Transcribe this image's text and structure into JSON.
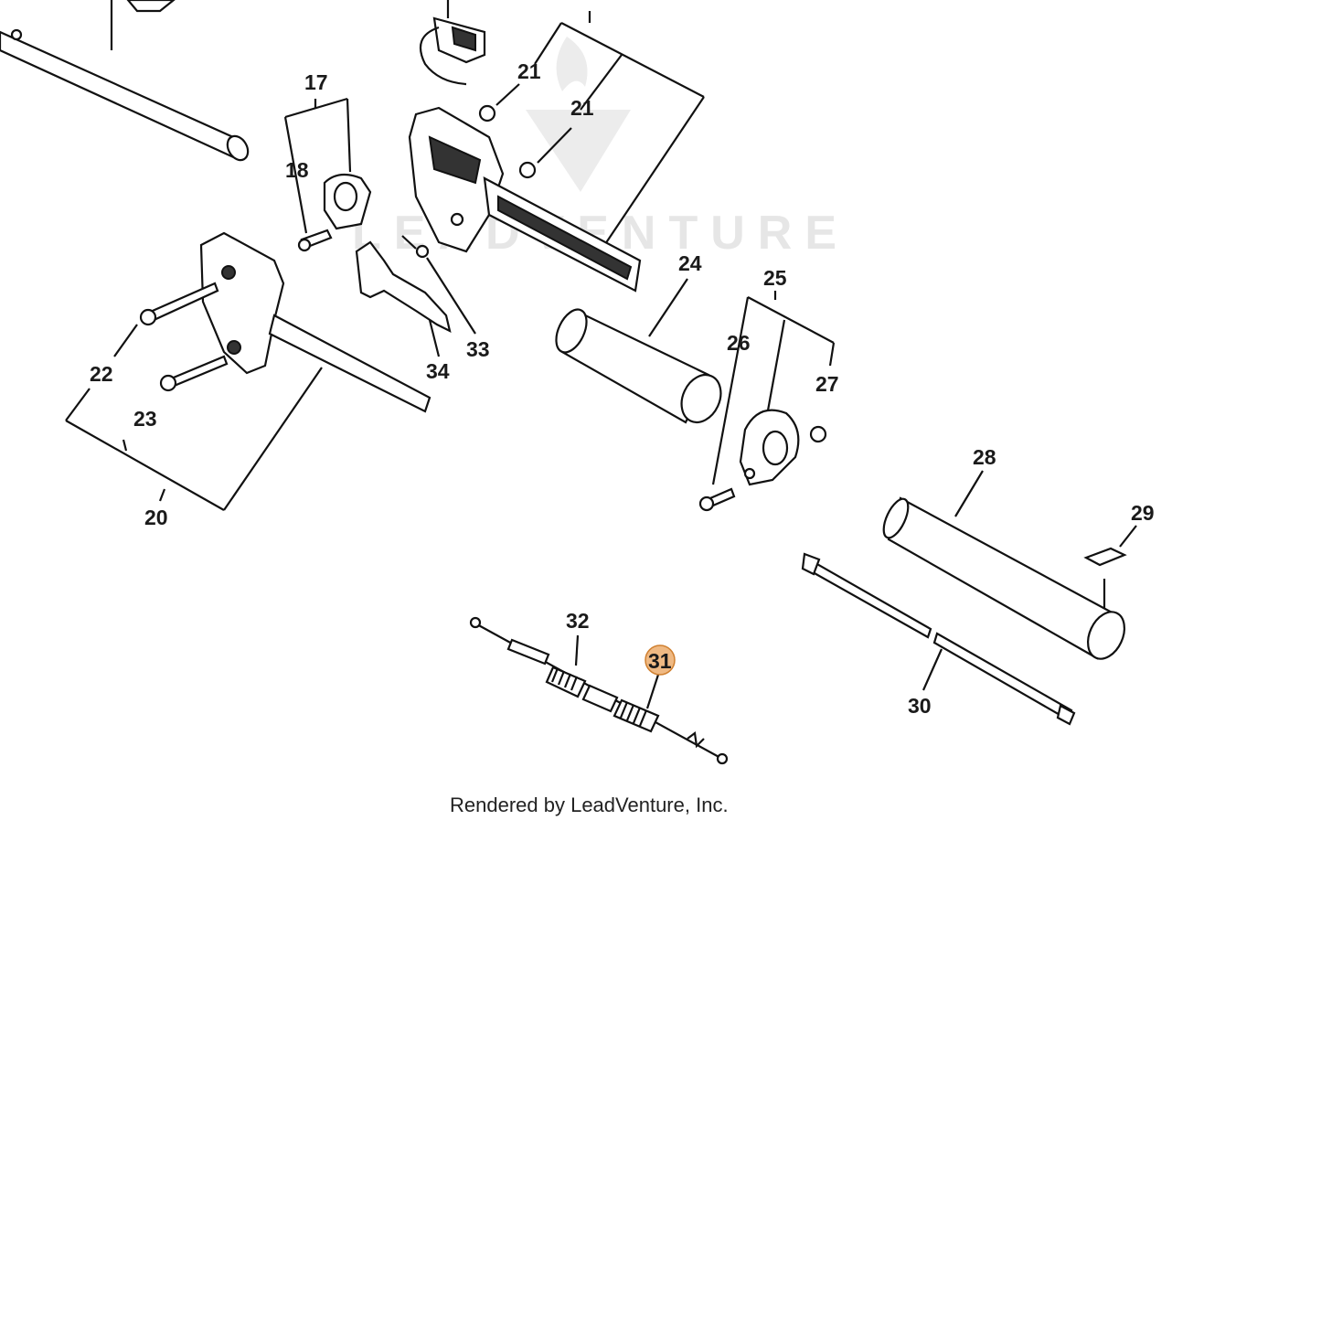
{
  "diagram": {
    "watermark": "LEADVENTURE",
    "footer": "Rendered by LeadVenture, Inc.",
    "highlight_color": "#E9A15A",
    "labels": {
      "p17": "17",
      "p18": "18",
      "p20": "20",
      "p21a": "21",
      "p21b": "21",
      "p22": "22",
      "p23": "23",
      "p24": "24",
      "p25": "25",
      "p26": "26",
      "p27": "27",
      "p28": "28",
      "p29": "29",
      "p30": "30",
      "p31": "31",
      "p32": "32",
      "p33": "33",
      "p34": "34"
    }
  }
}
